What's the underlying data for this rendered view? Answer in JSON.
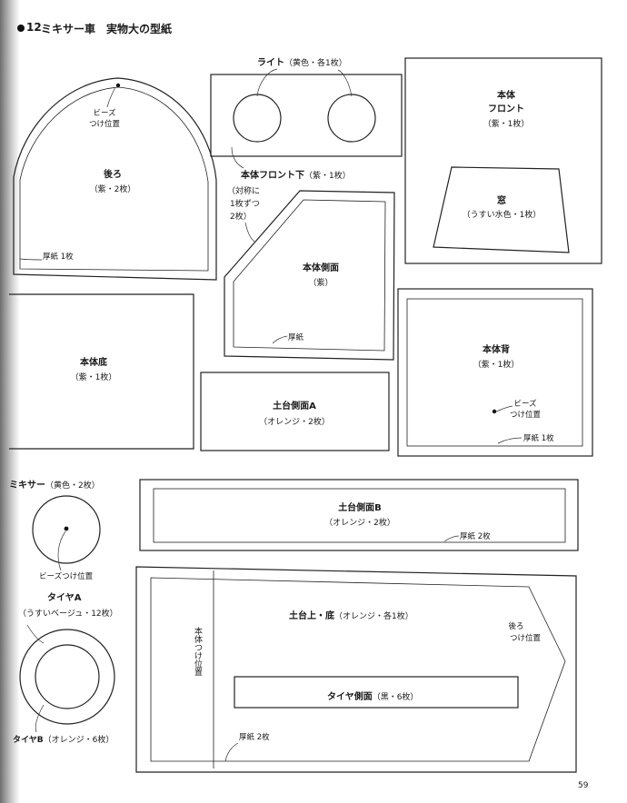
{
  "page": {
    "title_number": "12",
    "title": "ミキサー車　実物大の型紙",
    "page_number": "59"
  },
  "pieces": {
    "light": {
      "name": "ライト",
      "note": "（黄色・各1枚）"
    },
    "body_front_lower": {
      "name": "本体フロント下",
      "note": "（紫・1枚）"
    },
    "body_front": {
      "name_line1": "本体",
      "name_line2": "フロント",
      "note": "（紫・1枚）"
    },
    "window": {
      "name": "窓",
      "note": "（うすい水色・1枚）"
    },
    "rear": {
      "name": "後ろ",
      "note": "（紫・2枚）",
      "bead_line1": "ビーズ",
      "bead_line2": "つけ位置",
      "cardboard": "厚紙 1枚"
    },
    "body_side": {
      "name": "本体側面",
      "note": "（紫）",
      "symmetric_line1": "（対称に",
      "symmetric_line2": "1枚ずつ",
      "symmetric_line3": "2枚）",
      "cardboard": "厚紙"
    },
    "body_bottom": {
      "name": "本体底",
      "note": "（紫・1枚）"
    },
    "body_back": {
      "name": "本体背",
      "note": "（紫・1枚）",
      "bead_line1": "ビーズ",
      "bead_line2": "つけ位置",
      "cardboard": "厚紙 1枚"
    },
    "base_side_a": {
      "name": "土台側面A",
      "note": "（オレンジ・2枚）"
    },
    "base_side_b": {
      "name": "土台側面B",
      "note": "（オレンジ・2枚）",
      "cardboard": "厚紙 2枚"
    },
    "mixer": {
      "name": "ミキサー",
      "note": "（黄色・2枚）",
      "bead": "ビーズつけ位置"
    },
    "tire_a": {
      "name": "タイヤA",
      "note": "（うすいベージュ・12枚）"
    },
    "tire_b": {
      "name": "タイヤB",
      "note": "（オレンジ・6枚）"
    },
    "base_top_bottom": {
      "name": "土台上・底",
      "note": "（オレンジ・各1枚）",
      "body_attach": "本体つけ位置",
      "rear_attach_line1": "後ろ",
      "rear_attach_line2": "つけ位置",
      "cardboard": "厚紙 2枚"
    },
    "tire_side": {
      "name": "タイヤ側面",
      "note": "（黒・6枚）"
    }
  }
}
